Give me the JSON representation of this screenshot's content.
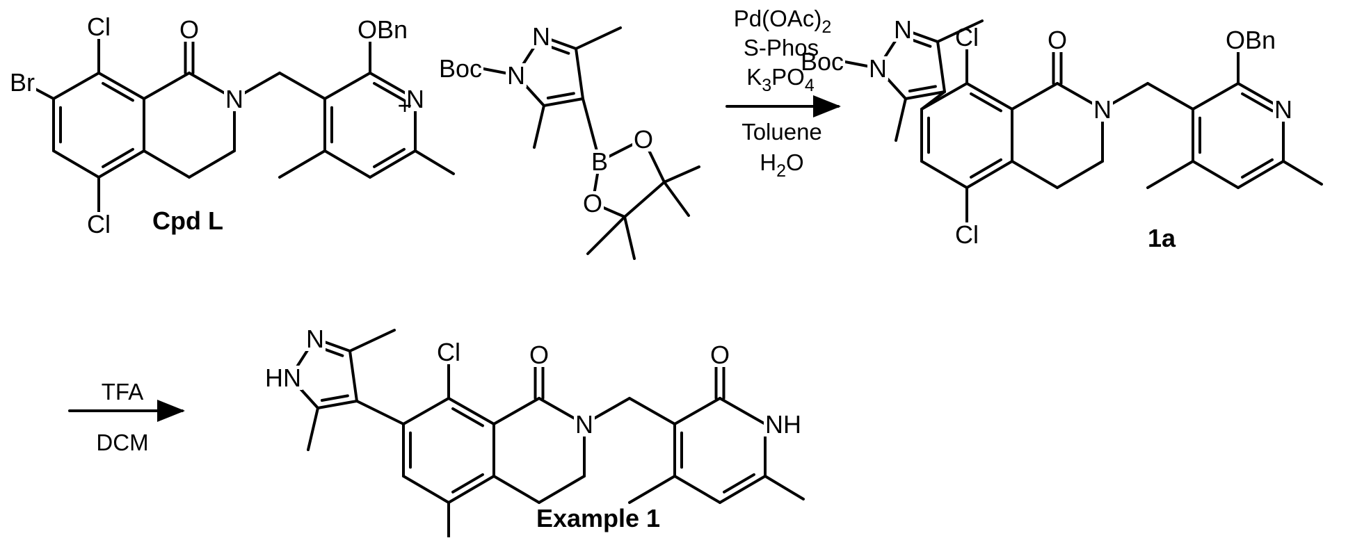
{
  "scheme": {
    "compounds": {
      "cpd_l": {
        "label": "Cpd L"
      },
      "boronate": {},
      "int_1a": {
        "label": "1a"
      },
      "example1": {
        "label": "Example 1"
      }
    },
    "plus": "+",
    "step1": {
      "reagents": [
        {
          "main": "Pd(OAc)",
          "sub": "2"
        },
        {
          "main": "S-Phos"
        },
        {
          "main": "K",
          "sub": "3",
          "main2": "PO",
          "sub2": "4"
        }
      ],
      "solvents": [
        {
          "main": "Toluene"
        },
        {
          "main": "H",
          "sub": "2",
          "main2": "O"
        }
      ]
    },
    "step2": {
      "reagent": "TFA",
      "solvent": "DCM"
    },
    "atoms": {
      "cl": "Cl",
      "o": "O",
      "n": "N",
      "br": "Br",
      "obn": "OBn",
      "boc": "Boc",
      "b": "B",
      "nh": "NH",
      "hn": "HN"
    },
    "colors": {
      "ink": "#000000",
      "background": "#ffffff"
    }
  }
}
